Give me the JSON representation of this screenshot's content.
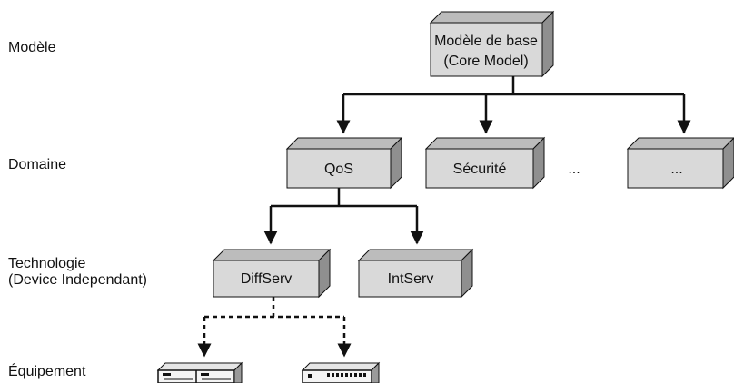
{
  "levels": {
    "model": "Modèle",
    "domain": "Domaine",
    "technology": "Technologie\n(Device Independant)",
    "equipment": "Équipement"
  },
  "boxes": {
    "core_model_line1": "Modèle de base",
    "core_model_line2": "(Core Model)",
    "qos": "QoS",
    "securite": "Sécurité",
    "ellipsis_between": "...",
    "domain_more": "...",
    "diffserv": "DiffServ",
    "intserv": "IntServ"
  },
  "colors": {
    "box_face": "#d9d9d9",
    "box_top": "#bcbcbc",
    "box_side": "#8f8f8f",
    "line": "#111111"
  },
  "icons": [
    "server-rack-icon",
    "network-switch-icon"
  ]
}
